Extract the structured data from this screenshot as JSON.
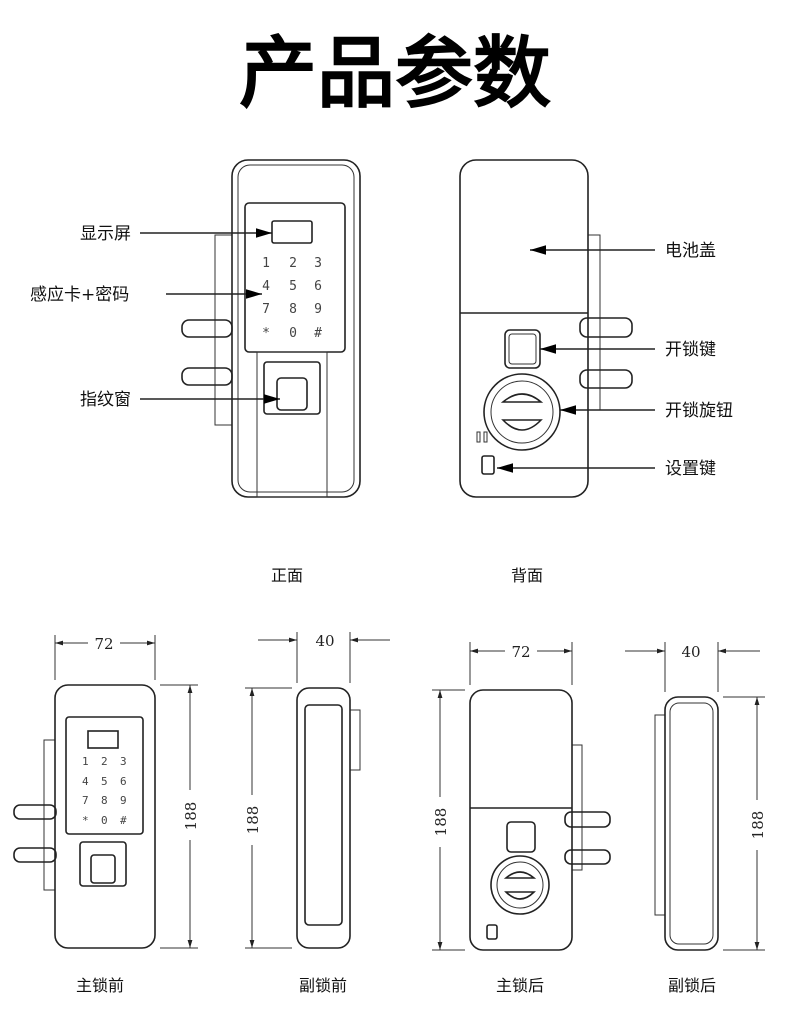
{
  "title": "产品参数",
  "front_view": {
    "caption": "正面",
    "labels": {
      "display": "显示屏",
      "card_password": "感应卡+密码",
      "fingerprint": "指纹窗"
    },
    "keys": [
      "1",
      "2",
      "3",
      "4",
      "5",
      "6",
      "7",
      "8",
      "9",
      "*",
      "0",
      "#"
    ]
  },
  "back_view": {
    "caption": "背面",
    "labels": {
      "battery_cover": "电池盖",
      "unlock_button": "开锁键",
      "unlock_knob": "开锁旋钮",
      "settings_button": "设置键"
    }
  },
  "dimension_views": [
    {
      "caption": "主锁前",
      "width": "72",
      "height": "188"
    },
    {
      "caption": "副锁前",
      "width": "40",
      "height": "188"
    },
    {
      "caption": "主锁后",
      "width": "72",
      "height": "188"
    },
    {
      "caption": "副锁后",
      "width": "40",
      "height": "188"
    }
  ]
}
